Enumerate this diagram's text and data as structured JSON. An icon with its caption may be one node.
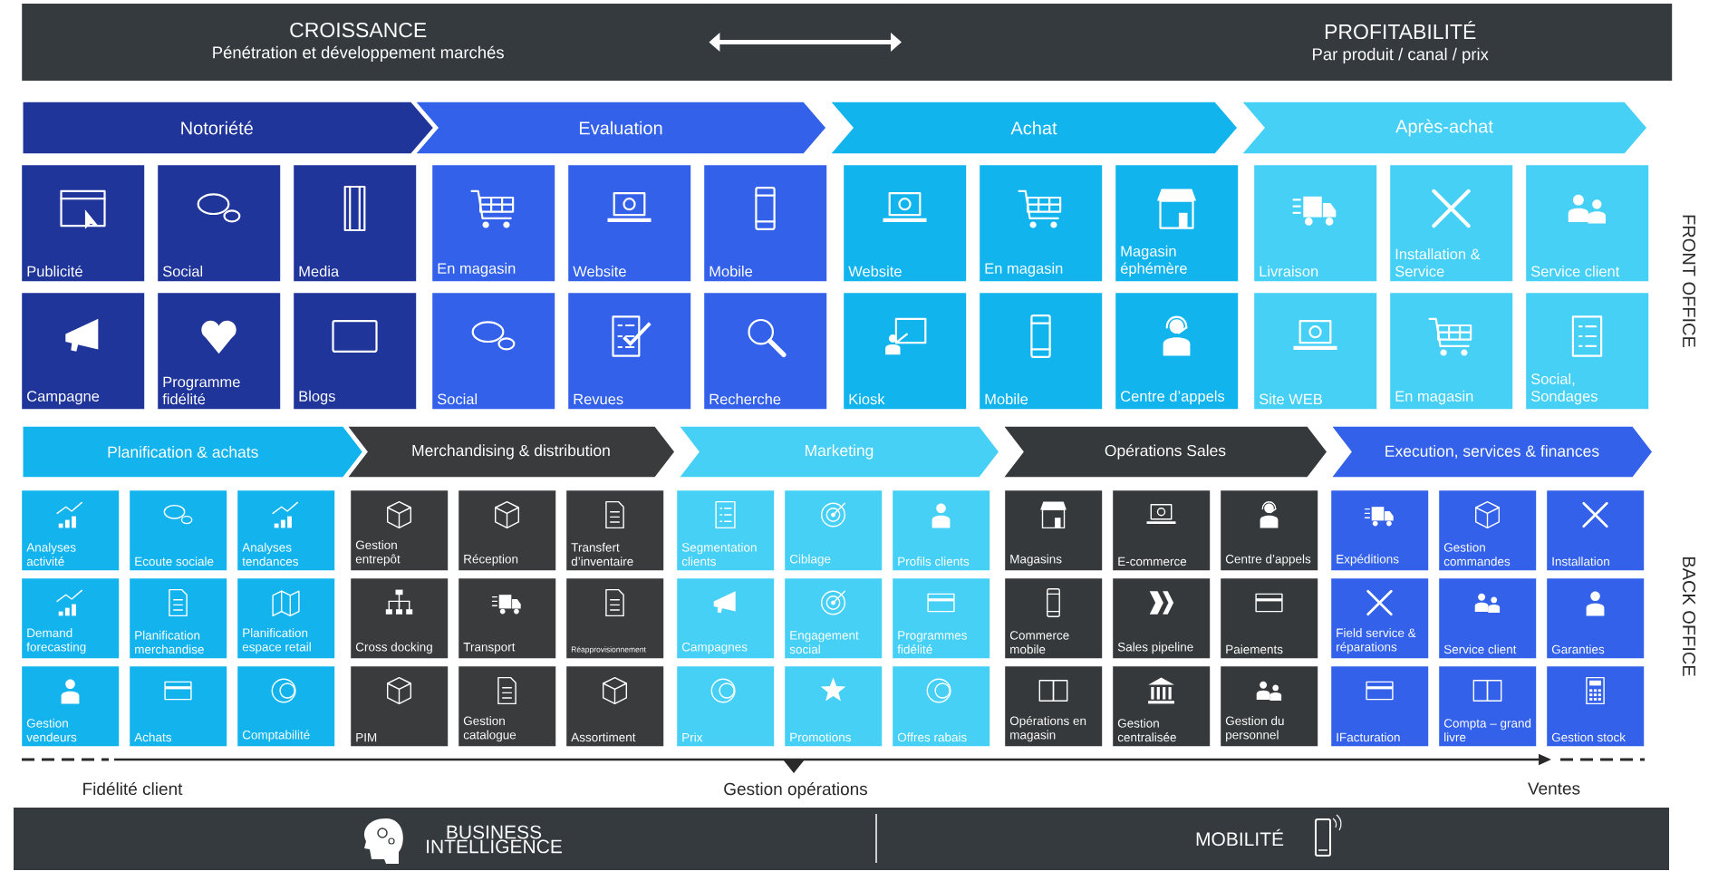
{
  "diagram": {
    "nodes": [
      {
        "text": [
          "CROISSANCE",
          "Pénétration et développement marchés"
        ]
      },
      {
        "text": [
          "PROFITABILITÉ",
          "Par produit / canal / prix"
        ]
      },
      {
        "text": [
          "Notoriété"
        ]
      },
      {
        "text": [
          "Publicité"
        ]
      },
      {
        "text": [
          "Social"
        ]
      },
      {
        "text": [
          "Media"
        ]
      },
      {
        "text": [
          "Campagne"
        ]
      },
      {
        "text": [
          "Programme fidélité"
        ]
      },
      {
        "text": [
          "Blogs"
        ]
      },
      {
        "text": [
          "Evaluation"
        ]
      },
      {
        "text": [
          "En magasin"
        ]
      },
      {
        "text": [
          "Website"
        ]
      },
      {
        "text": [
          "Mobile"
        ]
      },
      {
        "text": [
          "Social"
        ]
      },
      {
        "text": [
          "Revues"
        ]
      },
      {
        "text": [
          "Recherche"
        ]
      },
      {
        "text": [
          "Achat"
        ]
      },
      {
        "text": [
          "Website"
        ]
      },
      {
        "text": [
          "En magasin"
        ]
      },
      {
        "text": [
          "Magasin éphémère"
        ]
      },
      {
        "text": [
          "Kiosk"
        ]
      },
      {
        "text": [
          "Mobile"
        ]
      },
      {
        "text": [
          "Centre d’appels"
        ]
      },
      {
        "text": [
          "Après-achat"
        ]
      },
      {
        "text": [
          "Livraison"
        ]
      },
      {
        "text": [
          "Installation & Service"
        ]
      },
      {
        "text": [
          "Service client"
        ]
      },
      {
        "text": [
          "Site WEB"
        ]
      },
      {
        "text": [
          "En magasin"
        ]
      },
      {
        "text": [
          "Social, Sondages"
        ]
      },
      {
        "text": [
          "Planification & achats"
        ]
      },
      {
        "text": [
          "Analyses activité"
        ]
      },
      {
        "text": [
          "Ecoute sociale"
        ]
      },
      {
        "text": [
          "Analyses tendances"
        ]
      },
      {
        "text": [
          "Demand forecasting"
        ]
      },
      {
        "text": [
          "Planification merchandise"
        ]
      },
      {
        "text": [
          "Planification espace retail"
        ]
      },
      {
        "text": [
          "Gestion vendeurs"
        ]
      },
      {
        "text": [
          "Achats"
        ]
      },
      {
        "text": [
          "Comptabilité"
        ]
      },
      {
        "text": [
          "Merchandising & distribution"
        ]
      },
      {
        "text": [
          "Gestion entrepôt"
        ]
      },
      {
        "text": [
          "Réception"
        ]
      },
      {
        "text": [
          "Transfert d’inventaire"
        ]
      },
      {
        "text": [
          "Cross docking"
        ]
      },
      {
        "text": [
          "Transport"
        ]
      },
      {
        "text": [
          "Réapprovisionnement"
        ]
      },
      {
        "text": [
          "PIM"
        ]
      },
      {
        "text": [
          "Gestion catalogue"
        ]
      },
      {
        "text": [
          "Assortiment"
        ]
      },
      {
        "text": [
          "Marketing"
        ]
      },
      {
        "text": [
          "Segmentation clients"
        ]
      },
      {
        "text": [
          "Ciblage"
        ]
      },
      {
        "text": [
          "Profils clients"
        ]
      },
      {
        "text": [
          "Campagnes"
        ]
      },
      {
        "text": [
          "Engagement social"
        ]
      },
      {
        "text": [
          "Programmes fidélité"
        ]
      },
      {
        "text": [
          "Prix"
        ]
      },
      {
        "text": [
          "Promotions"
        ]
      },
      {
        "text": [
          "Offres rabais"
        ]
      },
      {
        "text": [
          "Opérations Sales"
        ]
      },
      {
        "text": [
          "Magasins"
        ]
      },
      {
        "text": [
          "E-commerce"
        ]
      },
      {
        "text": [
          "Centre d’appels"
        ]
      },
      {
        "text": [
          "Commerce mobile"
        ]
      },
      {
        "text": [
          "Sales pipeline"
        ]
      },
      {
        "text": [
          "Paiements"
        ]
      },
      {
        "text": [
          "Opérations en magasin"
        ]
      },
      {
        "text": [
          "Gestion centralisée"
        ]
      },
      {
        "text": [
          "Gestion du personnel"
        ]
      },
      {
        "text": [
          "Execution,  services & finances"
        ]
      },
      {
        "text": [
          "Expéditions"
        ]
      },
      {
        "text": [
          "Gestion commandes"
        ]
      },
      {
        "text": [
          "Installation"
        ]
      },
      {
        "text": [
          "Field service & réparations"
        ]
      },
      {
        "text": [
          "Service client"
        ]
      },
      {
        "text": [
          "Garanties"
        ]
      },
      {
        "text": [
          "IFacturation"
        ]
      },
      {
        "text": [
          "Compta – grand livre"
        ]
      },
      {
        "text": [
          "Gestion stock"
        ]
      }
    ],
    "edges": [
      {
        "from": 0,
        "to": 1,
        "arrow": "both"
      }
    ],
    "labels": [
      "FRONT OFFICE",
      "BACK OFFICE",
      "Fidélité client",
      "Gestion opérations",
      "Ventes",
      "BUSINESS INTELLIGENCE",
      "MOBILITÉ"
    ]
  }
}
